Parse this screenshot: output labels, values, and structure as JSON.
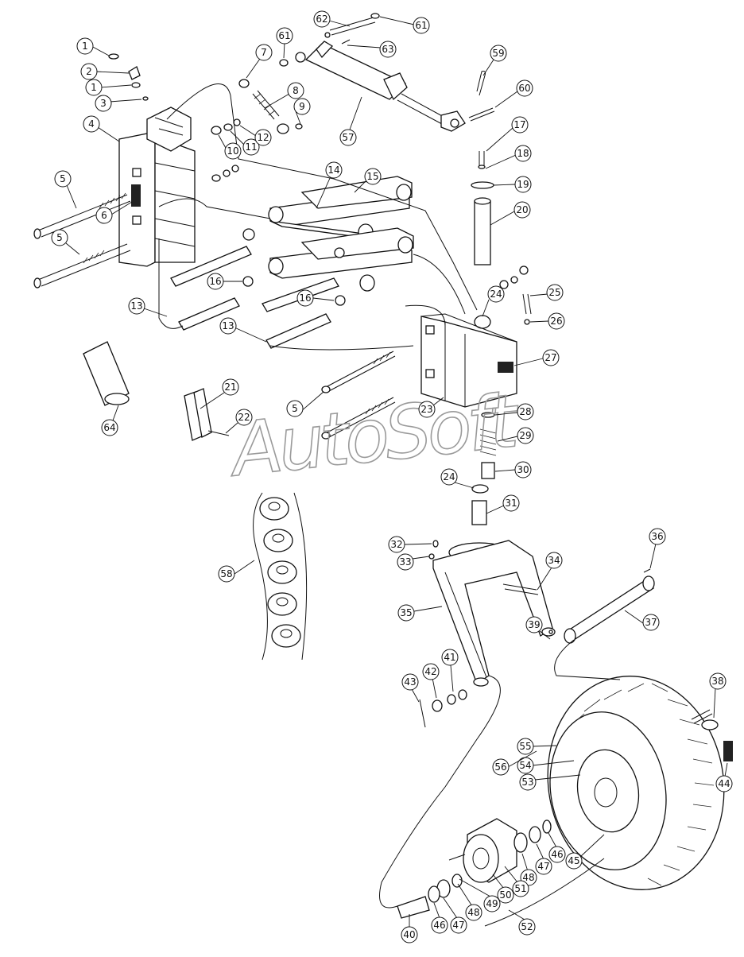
{
  "watermark": "AutoSoft",
  "callouts": [
    {
      "label": "1"
    },
    {
      "label": "2"
    },
    {
      "label": "1"
    },
    {
      "label": "3"
    },
    {
      "label": "4"
    },
    {
      "label": "5"
    },
    {
      "label": "6"
    },
    {
      "label": "5"
    },
    {
      "label": "7"
    },
    {
      "label": "8"
    },
    {
      "label": "9"
    },
    {
      "label": "10"
    },
    {
      "label": "11"
    },
    {
      "label": "12"
    },
    {
      "label": "61"
    },
    {
      "label": "62"
    },
    {
      "label": "61"
    },
    {
      "label": "63"
    },
    {
      "label": "57"
    },
    {
      "label": "59"
    },
    {
      "label": "60"
    },
    {
      "label": "17"
    },
    {
      "label": "18"
    },
    {
      "label": "19"
    },
    {
      "label": "20"
    },
    {
      "label": "14"
    },
    {
      "label": "15"
    },
    {
      "label": "16"
    },
    {
      "label": "16"
    },
    {
      "label": "13"
    },
    {
      "label": "13"
    },
    {
      "label": "24"
    },
    {
      "label": "25"
    },
    {
      "label": "26"
    },
    {
      "label": "27"
    },
    {
      "label": "23"
    },
    {
      "label": "5"
    },
    {
      "label": "21"
    },
    {
      "label": "22"
    },
    {
      "label": "64"
    },
    {
      "label": "28"
    },
    {
      "label": "29"
    },
    {
      "label": "30"
    },
    {
      "label": "24"
    },
    {
      "label": "31"
    },
    {
      "label": "32"
    },
    {
      "label": "33"
    },
    {
      "label": "34"
    },
    {
      "label": "36"
    },
    {
      "label": "35"
    },
    {
      "label": "37"
    },
    {
      "label": "39"
    },
    {
      "label": "58"
    },
    {
      "label": "41"
    },
    {
      "label": "42"
    },
    {
      "label": "43"
    },
    {
      "label": "38"
    },
    {
      "label": "55"
    },
    {
      "label": "54"
    },
    {
      "label": "56"
    },
    {
      "label": "53"
    },
    {
      "label": "44"
    },
    {
      "label": "46"
    },
    {
      "label": "47"
    },
    {
      "label": "48"
    },
    {
      "label": "45"
    },
    {
      "label": "51"
    },
    {
      "label": "50"
    },
    {
      "label": "49"
    },
    {
      "label": "48"
    },
    {
      "label": "47"
    },
    {
      "label": "46"
    },
    {
      "label": "40"
    },
    {
      "label": "52"
    }
  ]
}
